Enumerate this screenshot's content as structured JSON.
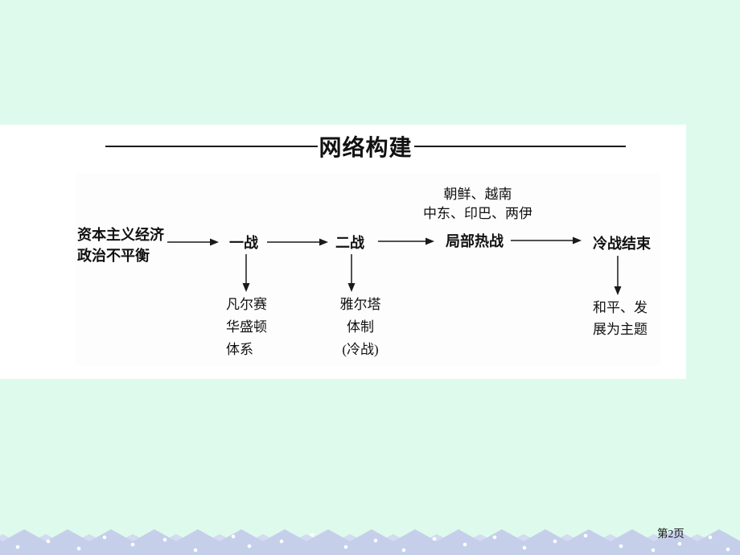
{
  "slide": {
    "title": "网络构建",
    "page_label": "第2页"
  },
  "flowchart": {
    "cause": [
      "资本主义经济",
      "政治不平衡"
    ],
    "chain": [
      "一战",
      "二战",
      "局部热战",
      "冷战结束"
    ],
    "hot_war_examples": [
      "朝鲜、越南",
      "中东、印巴、两伊"
    ],
    "ww1_outcome": [
      "凡尔赛",
      "华盛顿",
      "体系"
    ],
    "ww2_outcome": [
      "雅尔塔",
      "体制",
      "(冷战)"
    ],
    "cold_war_end_outcome": [
      "和平、发",
      "展为主题"
    ]
  },
  "colors": {
    "slide_background": "#defaec",
    "content_background": "#ffffff",
    "zigzag_front": "#c6cfea",
    "zigzag_back": "#d4dbf1",
    "rule_line": "#1a1a1a",
    "text": "#111111"
  }
}
